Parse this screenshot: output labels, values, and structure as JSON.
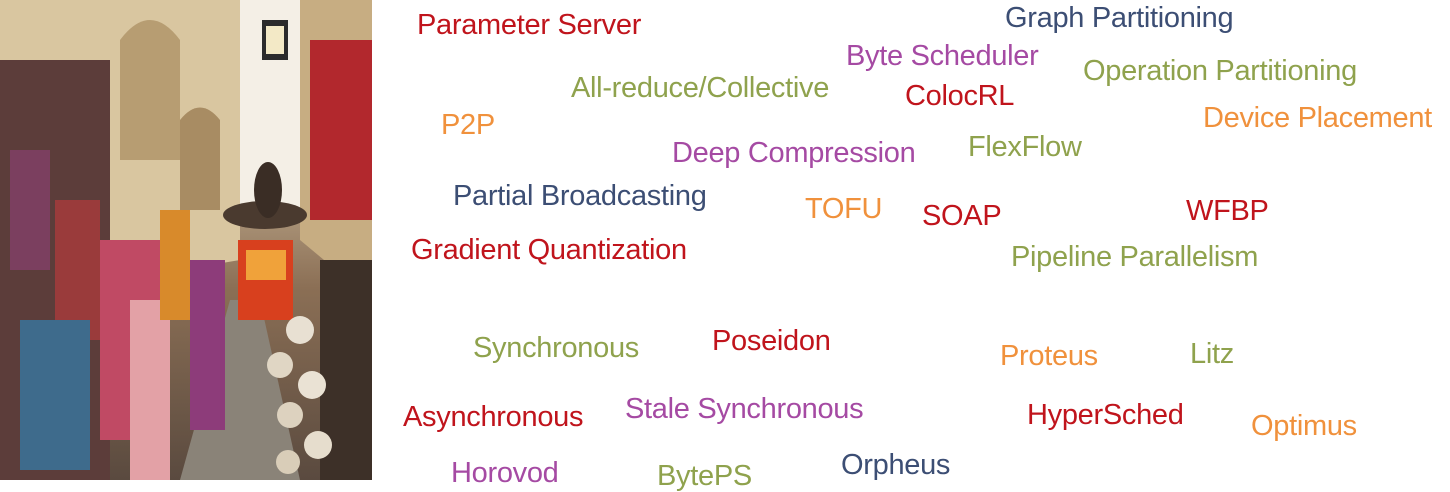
{
  "colors": {
    "red": "#c0141c",
    "navy": "#3c4e74",
    "purple": "#a54aa3",
    "olive": "#8fa24d",
    "orange": "#f0913c"
  },
  "terms": [
    {
      "text": "Parameter Server",
      "color": "red"
    },
    {
      "text": "Graph Partitioning",
      "color": "navy"
    },
    {
      "text": "Byte Scheduler",
      "color": "purple"
    },
    {
      "text": "Operation Partitioning",
      "color": "olive"
    },
    {
      "text": "All-reduce/Collective",
      "color": "olive"
    },
    {
      "text": "ColocRL",
      "color": "red"
    },
    {
      "text": "P2P",
      "color": "orange"
    },
    {
      "text": "Device Placement",
      "color": "orange"
    },
    {
      "text": "Deep Compression",
      "color": "purple"
    },
    {
      "text": "FlexFlow",
      "color": "olive"
    },
    {
      "text": "Partial Broadcasting",
      "color": "navy"
    },
    {
      "text": "TOFU",
      "color": "orange"
    },
    {
      "text": "SOAP",
      "color": "red"
    },
    {
      "text": "WFBP",
      "color": "red"
    },
    {
      "text": "Gradient Quantization",
      "color": "red"
    },
    {
      "text": "Pipeline Parallelism",
      "color": "olive"
    },
    {
      "text": "Synchronous",
      "color": "olive"
    },
    {
      "text": "Poseidon",
      "color": "red"
    },
    {
      "text": "Proteus",
      "color": "orange"
    },
    {
      "text": "Litz",
      "color": "olive"
    },
    {
      "text": "Asynchronous",
      "color": "red"
    },
    {
      "text": "Stale Synchronous",
      "color": "purple"
    },
    {
      "text": "HyperSched",
      "color": "red"
    },
    {
      "text": "Optimus",
      "color": "orange"
    },
    {
      "text": "Horovod",
      "color": "purple"
    },
    {
      "text": "BytePS",
      "color": "olive"
    },
    {
      "text": "Orpheus",
      "color": "navy"
    }
  ]
}
